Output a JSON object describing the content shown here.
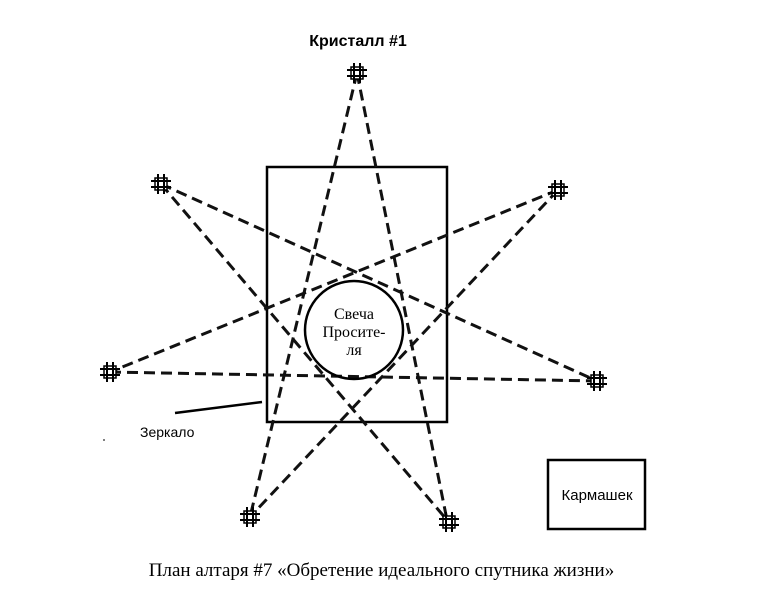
{
  "labels": {
    "crystal_1": "Кристалл #1",
    "candle_line_1": "Свеча",
    "candle_line_2": "Просите-",
    "candle_line_3": "ля",
    "mirror": "Зеркало",
    "pocket": "Кармашек"
  },
  "caption": "План алтаря #7 «Обретение идеального спутника жизни»",
  "icons": {
    "crystal_marker": "crystal-icon"
  }
}
